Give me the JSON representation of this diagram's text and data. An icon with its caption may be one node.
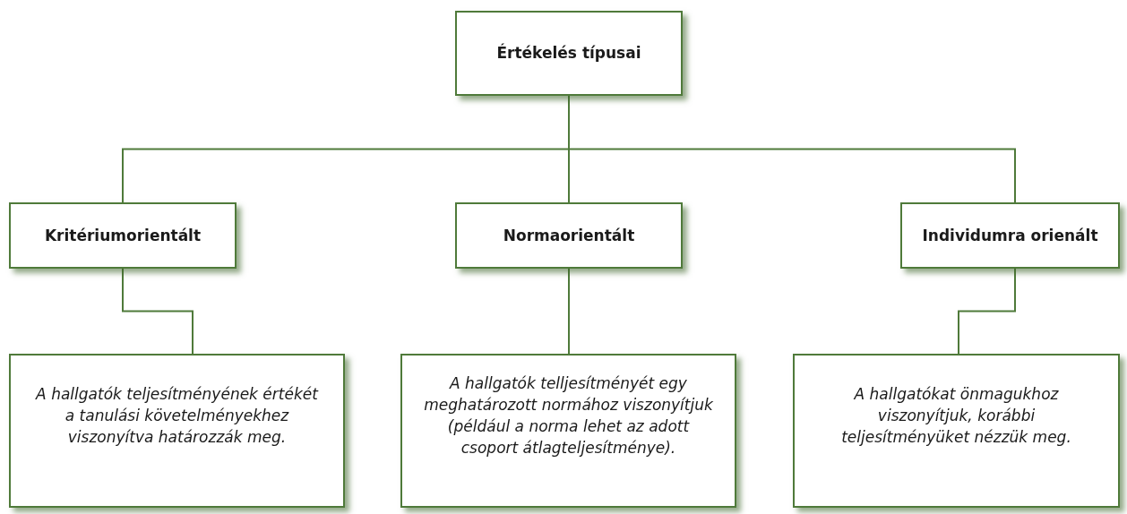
{
  "diagram": {
    "nodes": [
      {
        "text": [
          "Értékelés típusai"
        ]
      },
      {
        "text": [
          "Kritériumorientált"
        ]
      },
      {
        "text": [
          "Normaorientált"
        ]
      },
      {
        "text": [
          "Individumra orienált"
        ]
      },
      {
        "text": [
          "A hallgatók teljesítményének értékét a tanulási követelményekhez viszonyítva határozzák meg."
        ]
      },
      {
        "text": [
          "A hallgatók telljesítményét egy meghatározott normához viszonyítjuk (például a norma lehet az adott csoport átlagteljesítménye)."
        ]
      },
      {
        "text": [
          "A hallgatókat önmagukhoz viszonyítjuk, korábbi teljesítményüket nézzük meg."
        ]
      }
    ],
    "edges": [
      {
        "from": 0,
        "to": 1,
        "arrow": "none"
      },
      {
        "from": 0,
        "to": 2,
        "arrow": "none"
      },
      {
        "from": 0,
        "to": 3,
        "arrow": "none"
      },
      {
        "from": 1,
        "to": 4,
        "arrow": "none"
      },
      {
        "from": 2,
        "to": 5,
        "arrow": "none"
      },
      {
        "from": 3,
        "to": 6,
        "arrow": "none"
      }
    ]
  }
}
